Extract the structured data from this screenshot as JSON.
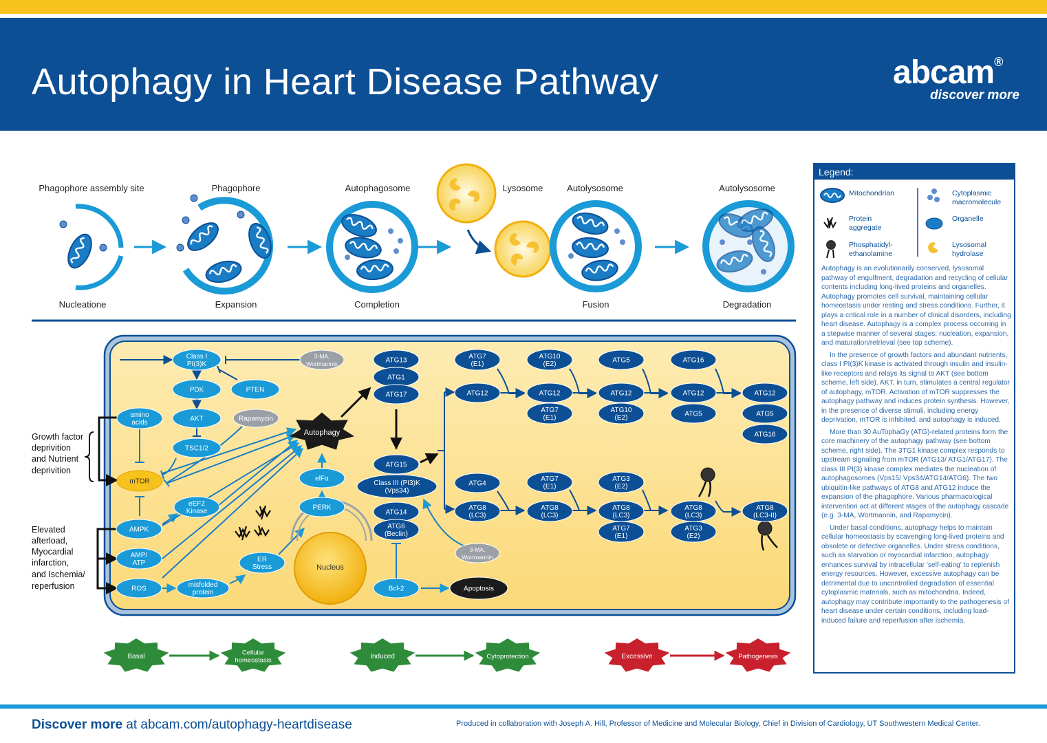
{
  "header": {
    "title": "Autophagy in Heart Disease Pathway",
    "logo": "abcam",
    "logo_mark": "®",
    "tagline": "discover more"
  },
  "stages": [
    {
      "top": "Phagophore assembly site",
      "bottom": "Nucleatione"
    },
    {
      "top": "Phagophore",
      "bottom": "Expansion"
    },
    {
      "top": "Autophagosome",
      "bottom": "Completion"
    },
    {
      "top": "Lysosome",
      "bottom": ""
    },
    {
      "top": "Autolysosome",
      "bottom": "Fusion"
    },
    {
      "top": "Autolysosome",
      "bottom": "Degradation"
    }
  ],
  "stimuli": {
    "growth": [
      "Growth factor",
      "deprivition",
      "and Nutrient",
      "deprivition"
    ],
    "elevated": [
      "Elevated",
      "afterload,",
      "Myocardial",
      "infarction,",
      "and Ischemia/",
      "reperfusion"
    ]
  },
  "nodes": {
    "class1": [
      "Class I",
      "PI(3)K"
    ],
    "pdk": "PDK",
    "pten": "PTEN",
    "akt": "AKT",
    "rapamycin": "Rapamycin",
    "tsc": "TSC1/2",
    "amino": [
      "amino",
      "acids"
    ],
    "mtor": "mTOR",
    "ampk": "AMPK",
    "ampatp": [
      "AMP/",
      "ATP"
    ],
    "ros": "ROS",
    "eef2": [
      "eEF2",
      "Kinase"
    ],
    "misfolded": [
      "misfolded",
      "protein"
    ],
    "er": [
      "ER",
      "Stress"
    ],
    "perk": "PERK",
    "elf": "elFα",
    "autophagy": "Autophagy",
    "ma_top": [
      "3-MA,",
      "Wortmannin"
    ],
    "ma_bottom": [
      "3-MA,",
      "Wortmannin"
    ],
    "nucleus": "Nucleus",
    "atg13": "ATG13",
    "atg1": "ATG1",
    "atg17": "ATG17",
    "atg15": "ATG15",
    "class3": [
      "Class III (PI3)K",
      "(Vps34)"
    ],
    "atg14": "ATG14",
    "atg6": [
      "ATG6",
      "(Beclin)"
    ],
    "bcl2": "Bcl-2",
    "apoptosis": "Apoptosis",
    "atg7_e1": [
      "ATG7",
      "(E1)"
    ],
    "atg10_e2": [
      "ATG10",
      "(E2)"
    ],
    "atg5": "ATG5",
    "atg16": "ATG16",
    "atg12": "ATG12",
    "atg4": "ATG4",
    "atg8_lc3": [
      "ATG8",
      "(LC3)"
    ],
    "atg3_e2": [
      "ATG3",
      "(E2)"
    ],
    "atg8_lc3ii": [
      "ATG8",
      "(LC3-II)"
    ]
  },
  "outcomes": [
    {
      "from": "Basal",
      "to": [
        "Cellular",
        "homeostasis"
      ],
      "color": "#2e8b3a"
    },
    {
      "from": "Induced",
      "to": [
        "Cytoprotection"
      ],
      "color": "#2e8b3a"
    },
    {
      "from": "Excessive",
      "to": [
        "Pathogenesis"
      ],
      "color": "#c8202c"
    }
  ],
  "legend": {
    "title": "Legend:",
    "items": {
      "mito": "Mitochondrian",
      "cyto": [
        "Cytoplasmic",
        "macromolecule"
      ],
      "protein": [
        "Protein",
        "aggregate"
      ],
      "organelle": "Organelle",
      "pe": [
        "Phosphatidyl-",
        "ethanolamine"
      ],
      "hydrolase": [
        "Lysosomal",
        "hydrolase"
      ]
    },
    "paragraphs": [
      "Autophagy is an evolutionarily conserved, lysosomal pathway of engulfment, degradation and recycling of cellular contents including long-lived proteins and organelles. Autophagy promotes cell survival, maintaining cellular homeostasis under resting and stress conditions. Further, it plays a critical role in a number of clinical disorders, including heart disease. Autophagy is a complex process occurring in a stepwise manner of several stages: nucleation, expansion, and maturation/retrieval (see top scheme).",
      "In the presence of growth factors and abundant nutrients, class I PI(3)K kinase is activated through insulin and insulin-like receptors and relays its signal to AKT (see bottom scheme, left side). AKT, in turn, stimulates a central regulator of autophagy, mTOR. Activation of mTOR suppresses the autophagy pathway and induces protein synthesis. However, in the presence of diverse stimuli, including energy deprivation, mTOR is inhibited, and autophagy is induced.",
      "More than 30 AuTophaGy (ATG)-related proteins form the core machinery of the autophagy pathway (see bottom scheme, right side). The 3TG1 kinase complex responds to upstream signaling from mTOR (ATG13/ ATG1/ATG17). The class III PI(3) kinase complex mediates the nucleation of autophagosomes (Vps15/ Vps34/ATG14/ATG6). The two ubiquitin-like pathways of ATG8 and ATG12 induce the expansion of the phagophore. Various pharmacological intervention act at different stages of the autophagy cascade (e.g. 3-MA, Wortmannin, and Rapamycin).",
      "Under basal conditions, autophagy helps to maintain cellular homeostasis by scavenging long-lived proteins and obsolete or defective organelles. Under stress conditions, such as starvation or myocardial infarction, autophagy enhances survival by intracellular 'self-eating' to replenish energy resources. However, excessive autophagy can be detrimental due to uncontrolled degradation of essential cytoplasmic materials, such as mitochondria. Indeed, autophagy may contribute importantly to the pathogenesis of heart disease under certain conditions, including load-induced failure and reperfusion after ischemia."
    ]
  },
  "footer": {
    "left_bold": "Discover more",
    "left_rest": " at abcam.com/autophagy-heartdisease",
    "right": "Produced in collaboration with Joseph A. Hill, Professor of Medicine and Molecular Biology, Chief in Division of Cardiology, UT Southwestern Medical Center."
  },
  "colors": {
    "navy": "#0c4f95",
    "blue": "#1a9ad6",
    "yellow": "#f7c21b",
    "cell": "#fde9a8",
    "green": "#2e8b3a",
    "red": "#c8202c"
  }
}
